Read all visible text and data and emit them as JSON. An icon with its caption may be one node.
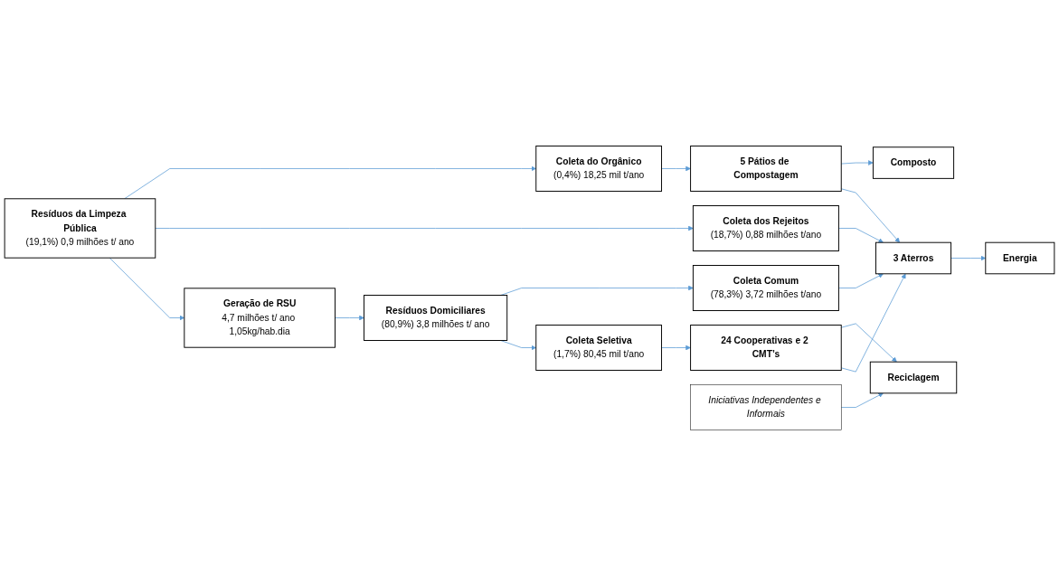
{
  "diagram": {
    "nodes": [
      {
        "text": [
          "Resíduos Domiciliares",
          "(80,9%) 3,8 milhões t/ ano"
        ]
      },
      {
        "text": [
          "Geração de RSU",
          "4,7 milhões t/ ano 1,05kg/hab.dia"
        ]
      },
      {
        "text": [
          "Resíduos da Limpeza Pública",
          "(19,1%) 0,9 milhões t/ ano"
        ]
      },
      {
        "text": [
          "Coleta Seletiva",
          "(1,7%) 80,45 mil t/ano"
        ]
      },
      {
        "text": [
          "Coleta Comum",
          "(78,3%) 3,72 milhões t/ano"
        ]
      },
      {
        "text": [
          "Coleta dos Rejeitos",
          "(18,7%) 0,88 milhões t/ano"
        ]
      },
      {
        "text": [
          "Coleta do Orgânico",
          "(0,4%) 18,25 mil t/ano"
        ]
      },
      {
        "text": [
          "24 Cooperativas e 2 CMT’s"
        ]
      },
      {
        "text": [
          "3 Aterros"
        ]
      },
      {
        "text": [
          "5 Pátios de Compostagem"
        ]
      },
      {
        "text": [
          "Iniciativas Independentes e Informais"
        ]
      },
      {
        "text": [
          "Reciclagem"
        ]
      },
      {
        "text": [
          "Energia"
        ]
      },
      {
        "text": [
          "Composto"
        ]
      }
    ],
    "edges": [
      {
        "from": 2,
        "to": 1,
        "arrow": "to"
      },
      {
        "from": 1,
        "to": 0,
        "arrow": "to"
      },
      {
        "from": 0,
        "to": 3,
        "arrow": "to"
      },
      {
        "from": 0,
        "to": 4,
        "arrow": "to"
      },
      {
        "from": 2,
        "to": 5,
        "arrow": "to"
      },
      {
        "from": 2,
        "to": 6,
        "arrow": "to"
      },
      {
        "from": 3,
        "to": 7,
        "arrow": "to"
      },
      {
        "from": 4,
        "to": 8,
        "arrow": "to"
      },
      {
        "from": 5,
        "to": 8,
        "arrow": "to"
      },
      {
        "from": 7,
        "to": 8,
        "arrow": "to"
      },
      {
        "from": 9,
        "to": 8,
        "arrow": "to"
      },
      {
        "from": 6,
        "to": 9,
        "arrow": "to"
      },
      {
        "from": 7,
        "to": 11,
        "arrow": "to"
      },
      {
        "from": 10,
        "to": 11,
        "arrow": "to"
      },
      {
        "from": 8,
        "to": 12,
        "arrow": "to"
      },
      {
        "from": 9,
        "to": 13,
        "arrow": "to"
      }
    ]
  }
}
